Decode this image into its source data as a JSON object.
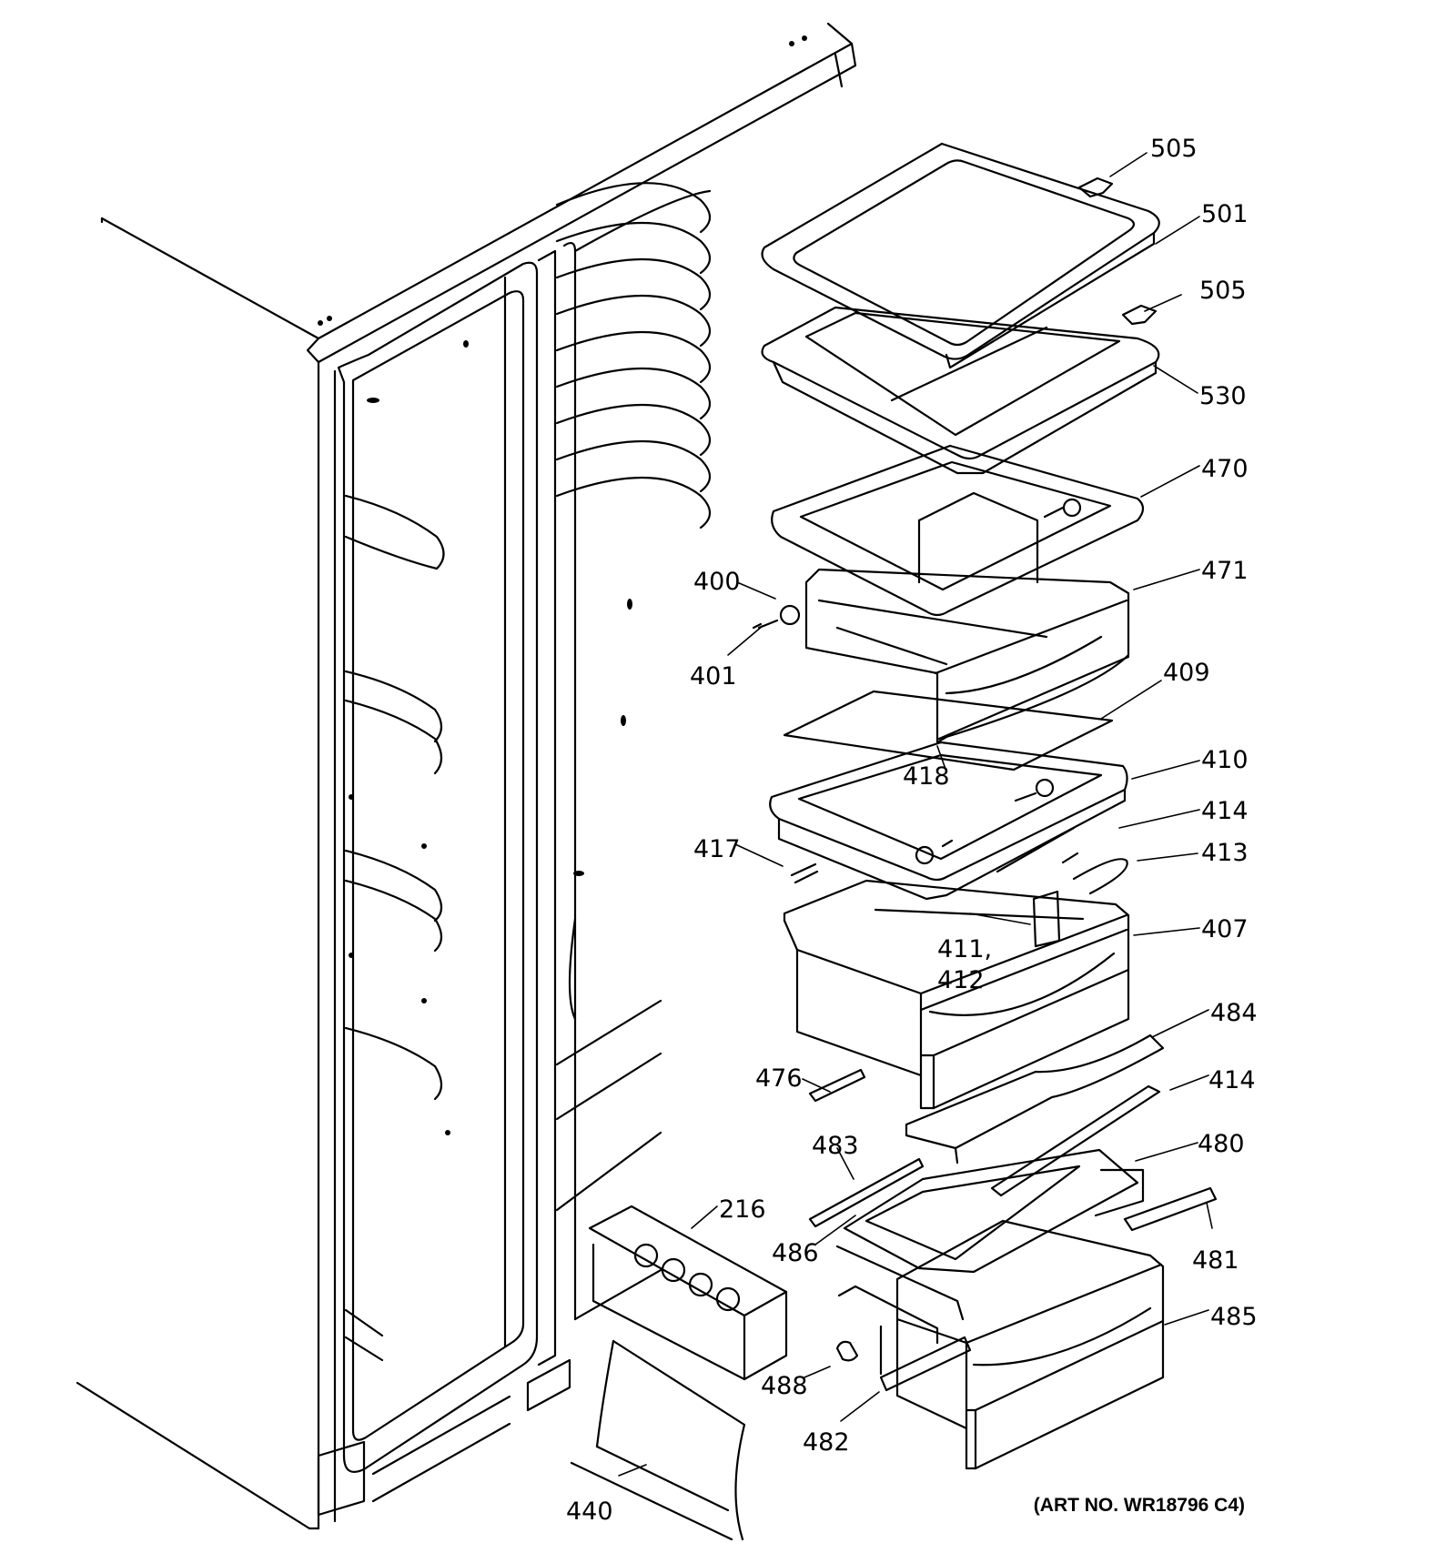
{
  "diagram": {
    "art_number": "(ART NO. WR18796 C4)",
    "colors": {
      "line": "#000000",
      "background": "#ffffff"
    },
    "part_labels": [
      "505",
      "501",
      "505",
      "530",
      "470",
      "471",
      "400",
      "401",
      "409",
      "418",
      "410",
      "414",
      "413",
      "417",
      "407",
      "411,",
      "412",
      "484",
      "476",
      "414",
      "483",
      "480",
      "216",
      "486",
      "481",
      "485",
      "488",
      "482",
      "440"
    ]
  }
}
